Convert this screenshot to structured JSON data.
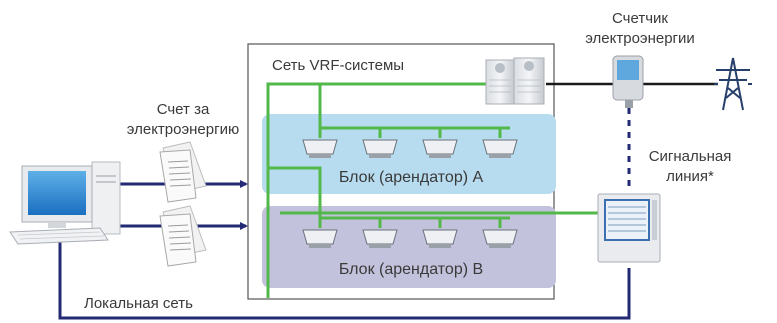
{
  "labels": {
    "vrf_network": "Сеть VRF-системы",
    "meter_line1": "Счетчик",
    "meter_line2": "электроэнергии",
    "bill_line1": "Счет за",
    "bill_line2": "электроэнергию",
    "signal_line1": "Сигнальная",
    "signal_line2": "линия*",
    "block_a": "Блок (арендатор) А",
    "block_b": "Блок (арендатор) В",
    "lan": "Локальная сеть"
  },
  "colors": {
    "refrigerant_line": "#53b84a",
    "lan_line": "#232a73",
    "tenant_a_bg": "#b8dcef",
    "tenant_b_bg": "#c3c2dc",
    "power_line": "#1a1a1a",
    "tower": "#27406b"
  },
  "icons": {
    "outdoor_unit": "vrf-outdoor-unit-icon",
    "indoor_unit": "cassette-indoor-unit-icon",
    "meter": "electricity-meter-icon",
    "tower": "power-tower-icon",
    "computer": "desktop-computer-icon",
    "document": "invoice-document-icon",
    "controller": "central-controller-icon"
  }
}
